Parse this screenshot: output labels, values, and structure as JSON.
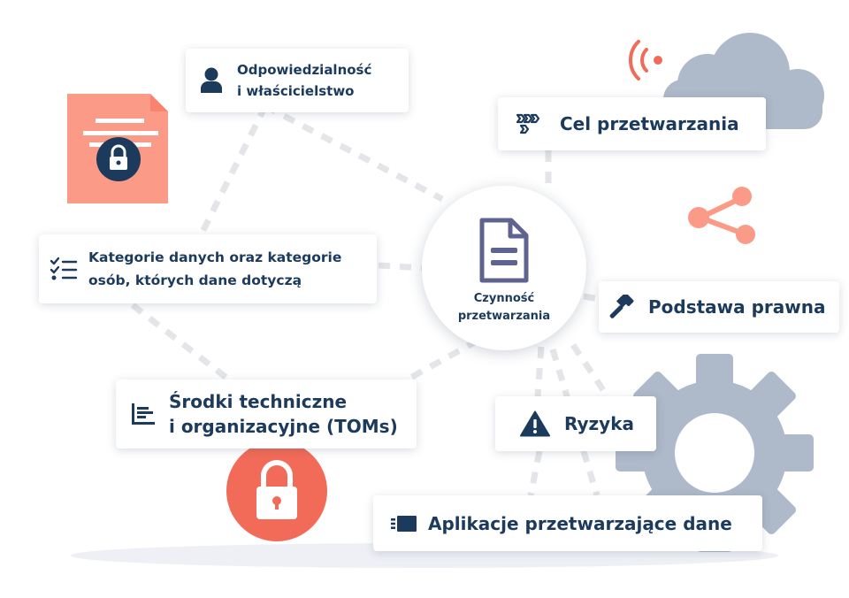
{
  "center": {
    "line1": "Czynność",
    "line2": "przetwarzania"
  },
  "nodes": {
    "responsibility": {
      "line1": "Odpowiedzialność",
      "line2": "i właścicielstwo",
      "icon": "user-icon"
    },
    "purpose": {
      "label": "Cel przetwarzania",
      "icon": "arrows-icon"
    },
    "categories": {
      "line1": "Kategorie danych oraz kategorie",
      "line2": "osób, których dane dotyczą",
      "icon": "checklist-icon"
    },
    "legal_basis": {
      "label": "Podstawa prawna",
      "icon": "gavel-icon"
    },
    "toms": {
      "line1": "Środki techniczne",
      "line2": "i organizacyjne (TOMs)",
      "icon": "bar-list-icon"
    },
    "risks": {
      "label": "Ryzyka",
      "icon": "warning-icon"
    },
    "applications": {
      "label": "Aplikacje przetwarzające dane",
      "icon": "app-icon"
    }
  },
  "decorations": [
    "locked-document-icon",
    "cloud-icon",
    "wifi-signal-icon",
    "share-icon",
    "gear-icon",
    "padlock-icon"
  ],
  "colors": {
    "navy": "#1b3a5c",
    "coral": "#f26b58",
    "salmon": "#fb9a86",
    "gray_blue": "#aeb9c9",
    "document_icon": "#5f6390",
    "dashes": "#e3e5e8"
  }
}
